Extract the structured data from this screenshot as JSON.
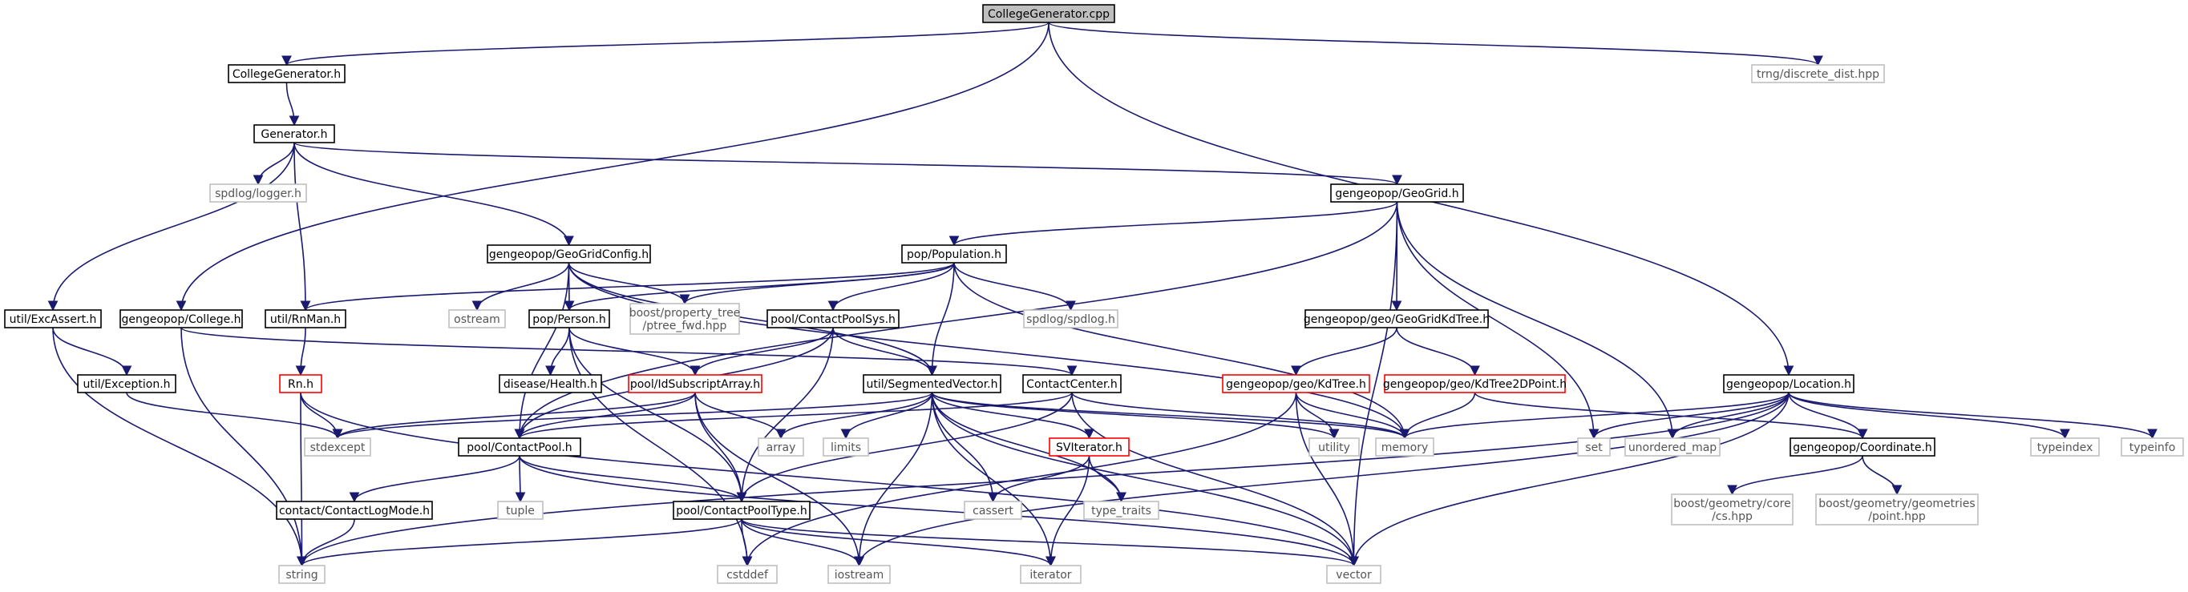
{
  "colors": {
    "edge": "#191970",
    "node_border": "#000000",
    "external_border": "#bfbfbf",
    "missing_border": "#ff0000",
    "root_fill": "#bfbfbf",
    "external_text": "#555555"
  },
  "nodes": [
    {
      "id": "root",
      "label": "CollegeGenerator.cpp",
      "kind": "root"
    },
    {
      "id": "cg_h",
      "label": "CollegeGenerator.h",
      "kind": "normal"
    },
    {
      "id": "trng",
      "label": "trng/discrete_dist.hpp",
      "kind": "external"
    },
    {
      "id": "gen_h",
      "label": "Generator.h",
      "kind": "normal"
    },
    {
      "id": "spdlog_logger",
      "label": "spdlog/logger.h",
      "kind": "external"
    },
    {
      "id": "geogrid",
      "label": "gengeopop/GeoGrid.h",
      "kind": "normal"
    },
    {
      "id": "geogridconfig",
      "label": "gengeopop/GeoGridConfig.h",
      "kind": "normal"
    },
    {
      "id": "population",
      "label": "pop/Population.h",
      "kind": "normal"
    },
    {
      "id": "excassert",
      "label": "util/ExcAssert.h",
      "kind": "normal"
    },
    {
      "id": "college",
      "label": "gengeopop/College.h",
      "kind": "normal"
    },
    {
      "id": "rnman",
      "label": "util/RnMan.h",
      "kind": "normal"
    },
    {
      "id": "ostream",
      "label": "ostream",
      "kind": "external"
    },
    {
      "id": "person",
      "label": "pop/Person.h",
      "kind": "normal"
    },
    {
      "id": "ptree",
      "label": "boost/property_tree\n/ptree_fwd.hpp",
      "kind": "external"
    },
    {
      "id": "cpsys",
      "label": "pool/ContactPoolSys.h",
      "kind": "normal"
    },
    {
      "id": "spdlog",
      "label": "spdlog/spdlog.h",
      "kind": "external"
    },
    {
      "id": "kdtree_grid",
      "label": "gengeopop/geo/GeoGridKdTree.h",
      "kind": "normal"
    },
    {
      "id": "location",
      "label": "gengeopop/Location.h",
      "kind": "normal"
    },
    {
      "id": "exception",
      "label": "util/Exception.h",
      "kind": "normal"
    },
    {
      "id": "rn",
      "label": "Rn.h",
      "kind": "missing"
    },
    {
      "id": "health",
      "label": "disease/Health.h",
      "kind": "normal"
    },
    {
      "id": "idsub",
      "label": "pool/IdSubscriptArray.h",
      "kind": "missing"
    },
    {
      "id": "segvec",
      "label": "util/SegmentedVector.h",
      "kind": "normal"
    },
    {
      "id": "contactcenter",
      "label": "ContactCenter.h",
      "kind": "normal"
    },
    {
      "id": "kdtree",
      "label": "gengeopop/geo/KdTree.h",
      "kind": "missing"
    },
    {
      "id": "kd2d",
      "label": "gengeopop/geo/KdTree2DPoint.h",
      "kind": "missing"
    },
    {
      "id": "stdexcept",
      "label": "stdexcept",
      "kind": "external"
    },
    {
      "id": "contactpool",
      "label": "pool/ContactPool.h",
      "kind": "normal"
    },
    {
      "id": "array",
      "label": "array",
      "kind": "external"
    },
    {
      "id": "limits",
      "label": "limits",
      "kind": "external"
    },
    {
      "id": "sviterator",
      "label": "SVIterator.h",
      "kind": "missing"
    },
    {
      "id": "utility",
      "label": "utility",
      "kind": "external"
    },
    {
      "id": "memory",
      "label": "memory",
      "kind": "external"
    },
    {
      "id": "set",
      "label": "set",
      "kind": "external"
    },
    {
      "id": "umap",
      "label": "unordered_map",
      "kind": "external"
    },
    {
      "id": "coordinate",
      "label": "gengeopop/Coordinate.h",
      "kind": "normal"
    },
    {
      "id": "typeindex",
      "label": "typeindex",
      "kind": "external"
    },
    {
      "id": "typeinfo",
      "label": "typeinfo",
      "kind": "external"
    },
    {
      "id": "tuple",
      "label": "tuple",
      "kind": "external"
    },
    {
      "id": "cassert",
      "label": "cassert",
      "kind": "external"
    },
    {
      "id": "type_traits",
      "label": "type_traits",
      "kind": "external"
    },
    {
      "id": "logmode",
      "label": "contact/ContactLogMode.h",
      "kind": "normal"
    },
    {
      "id": "cptype",
      "label": "pool/ContactPoolType.h",
      "kind": "normal"
    },
    {
      "id": "bg_cs",
      "label": "boost/geometry/core\n/cs.hpp",
      "kind": "external"
    },
    {
      "id": "bg_point",
      "label": "boost/geometry/geometries\n/point.hpp",
      "kind": "external"
    },
    {
      "id": "string",
      "label": "string",
      "kind": "external"
    },
    {
      "id": "cstddef",
      "label": "cstddef",
      "kind": "external"
    },
    {
      "id": "iostream",
      "label": "iostream",
      "kind": "external"
    },
    {
      "id": "iterator",
      "label": "iterator",
      "kind": "external"
    },
    {
      "id": "vector",
      "label": "vector",
      "kind": "external"
    }
  ],
  "edges": [
    [
      "root",
      "cg_h"
    ],
    [
      "root",
      "trng"
    ],
    [
      "root",
      "college"
    ],
    [
      "root",
      "location"
    ],
    [
      "cg_h",
      "gen_h"
    ],
    [
      "gen_h",
      "spdlog_logger"
    ],
    [
      "gen_h",
      "geogrid"
    ],
    [
      "gen_h",
      "geogridconfig"
    ],
    [
      "gen_h",
      "excassert"
    ],
    [
      "gen_h",
      "rnman"
    ],
    [
      "geogrid",
      "population"
    ],
    [
      "geogrid",
      "kdtree_grid"
    ],
    [
      "geogrid",
      "contactpool"
    ],
    [
      "geogrid",
      "set"
    ],
    [
      "geogrid",
      "umap"
    ],
    [
      "geogrid",
      "vector"
    ],
    [
      "geogridconfig",
      "ostream"
    ],
    [
      "geogridconfig",
      "person"
    ],
    [
      "geogridconfig",
      "ptree"
    ],
    [
      "geogridconfig",
      "segvec"
    ],
    [
      "geogridconfig",
      "contactpool"
    ],
    [
      "geogridconfig",
      "memory"
    ],
    [
      "population",
      "person"
    ],
    [
      "population",
      "cpsys"
    ],
    [
      "population",
      "spdlog"
    ],
    [
      "population",
      "ptree"
    ],
    [
      "population",
      "rnman"
    ],
    [
      "population",
      "segvec"
    ],
    [
      "population",
      "memory"
    ],
    [
      "excassert",
      "exception"
    ],
    [
      "excassert",
      "string"
    ],
    [
      "college",
      "contactcenter"
    ],
    [
      "college",
      "string"
    ],
    [
      "rnman",
      "rn"
    ],
    [
      "person",
      "health"
    ],
    [
      "person",
      "idsub"
    ],
    [
      "person",
      "cptype"
    ],
    [
      "person",
      "cstddef"
    ],
    [
      "cpsys",
      "idsub"
    ],
    [
      "cpsys",
      "segvec"
    ],
    [
      "cpsys",
      "contactpool"
    ],
    [
      "cpsys",
      "cptype"
    ],
    [
      "kdtree_grid",
      "kdtree"
    ],
    [
      "kdtree_grid",
      "kd2d"
    ],
    [
      "location",
      "coordinate"
    ],
    [
      "location",
      "memory"
    ],
    [
      "location",
      "set"
    ],
    [
      "location",
      "umap"
    ],
    [
      "location",
      "typeindex"
    ],
    [
      "location",
      "typeinfo"
    ],
    [
      "location",
      "vector"
    ],
    [
      "location",
      "iostream"
    ],
    [
      "location",
      "string"
    ],
    [
      "exception",
      "stdexcept"
    ],
    [
      "rn",
      "stdexcept"
    ],
    [
      "rn",
      "string"
    ],
    [
      "rn",
      "vector"
    ],
    [
      "idsub",
      "stdexcept"
    ],
    [
      "idsub",
      "array"
    ],
    [
      "idsub",
      "contactpool"
    ],
    [
      "idsub",
      "cptype"
    ],
    [
      "idsub",
      "iostream"
    ],
    [
      "segvec",
      "stdexcept"
    ],
    [
      "segvec",
      "array"
    ],
    [
      "segvec",
      "limits"
    ],
    [
      "segvec",
      "sviterator"
    ],
    [
      "segvec",
      "cassert"
    ],
    [
      "segvec",
      "type_traits"
    ],
    [
      "segvec",
      "utility"
    ],
    [
      "segvec",
      "memory"
    ],
    [
      "segvec",
      "vector"
    ],
    [
      "segvec",
      "iostream"
    ],
    [
      "segvec",
      "iterator"
    ],
    [
      "contactcenter",
      "contactpool"
    ],
    [
      "contactcenter",
      "cptype"
    ],
    [
      "contactcenter",
      "memory"
    ],
    [
      "contactcenter",
      "vector"
    ],
    [
      "kdtree",
      "utility"
    ],
    [
      "kdtree",
      "memory"
    ],
    [
      "kdtree",
      "vector"
    ],
    [
      "kdtree",
      "cstddef"
    ],
    [
      "kd2d",
      "memory"
    ],
    [
      "kd2d",
      "coordinate"
    ],
    [
      "contactpool",
      "logmode"
    ],
    [
      "contactpool",
      "tuple"
    ],
    [
      "contactpool",
      "cptype"
    ],
    [
      "contactpool",
      "vector"
    ],
    [
      "sviterator",
      "cassert"
    ],
    [
      "sviterator",
      "type_traits"
    ],
    [
      "sviterator",
      "iterator"
    ],
    [
      "coordinate",
      "bg_cs"
    ],
    [
      "coordinate",
      "bg_point"
    ],
    [
      "logmode",
      "string"
    ],
    [
      "cptype",
      "string"
    ],
    [
      "cptype",
      "cstddef"
    ],
    [
      "cptype",
      "iostream"
    ],
    [
      "cptype",
      "iterator"
    ],
    [
      "cptype",
      "vector"
    ]
  ]
}
